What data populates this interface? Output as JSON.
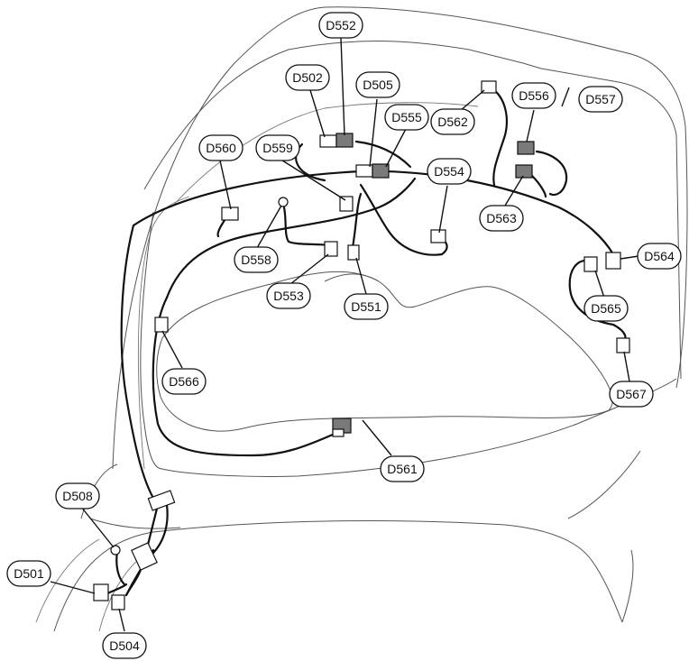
{
  "diagram": {
    "connectors": [
      {
        "id": "d552",
        "label": "D552"
      },
      {
        "id": "d502",
        "label": "D502"
      },
      {
        "id": "d505",
        "label": "D505"
      },
      {
        "id": "d555",
        "label": "D555"
      },
      {
        "id": "d562",
        "label": "D562"
      },
      {
        "id": "d556",
        "label": "D556"
      },
      {
        "id": "d557",
        "label": "D557"
      },
      {
        "id": "d560",
        "label": "D560"
      },
      {
        "id": "d559",
        "label": "D559"
      },
      {
        "id": "d554",
        "label": "D554"
      },
      {
        "id": "d563",
        "label": "D563"
      },
      {
        "id": "d558",
        "label": "D558"
      },
      {
        "id": "d564",
        "label": "D564"
      },
      {
        "id": "d553",
        "label": "D553"
      },
      {
        "id": "d551",
        "label": "D551"
      },
      {
        "id": "d565",
        "label": "D565"
      },
      {
        "id": "d566",
        "label": "D566"
      },
      {
        "id": "d567",
        "label": "D567"
      },
      {
        "id": "d561",
        "label": "D561"
      },
      {
        "id": "d508",
        "label": "D508"
      },
      {
        "id": "d501",
        "label": "D501"
      },
      {
        "id": "d504",
        "label": "D504"
      }
    ],
    "line_color": "#111111",
    "outline_color": "#555555",
    "dark_connector_color": "#7a7a7a"
  }
}
